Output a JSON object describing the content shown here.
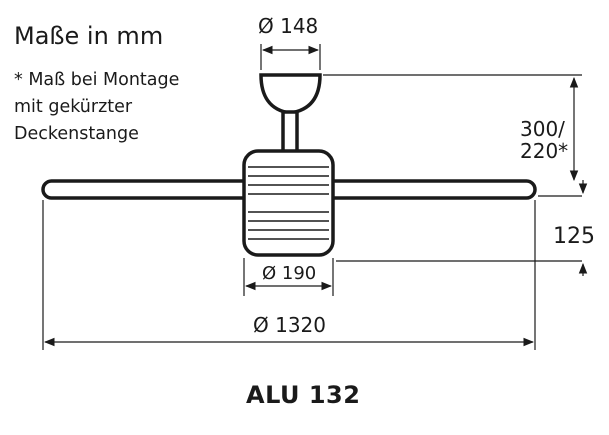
{
  "header": {
    "title": "Maße in mm",
    "note_lines": [
      "* Maß bei Montage",
      "mit gekürzter",
      "Deckenstange"
    ]
  },
  "dimensions": {
    "canopy_diameter": "Ø 148",
    "rod_length_line1": "300/",
    "rod_length_line2": "220*",
    "body_height": "125",
    "body_diameter": "Ø 190",
    "blade_span": "Ø 1320"
  },
  "model": {
    "name": "ALU 132"
  },
  "colors": {
    "line": "#1a1a1a",
    "background": "#ffffff"
  }
}
